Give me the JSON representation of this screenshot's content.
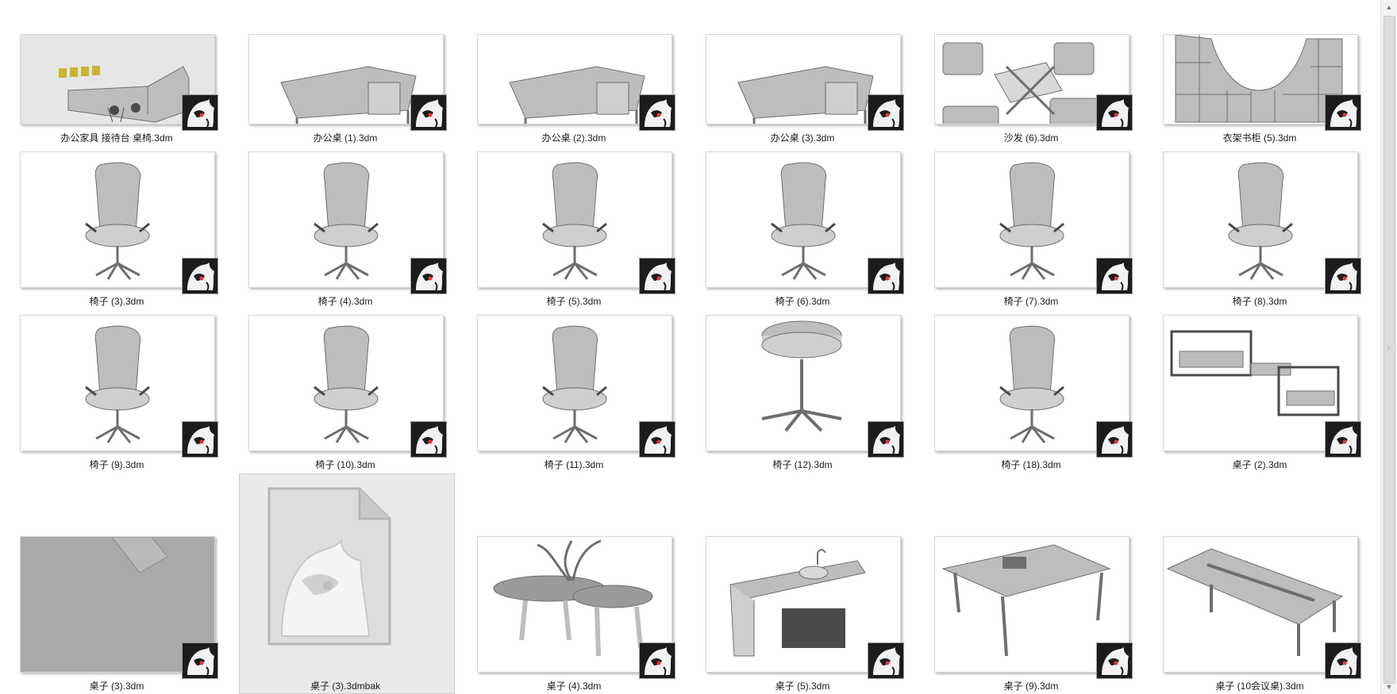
{
  "files": [
    {
      "name": "办公家具 接待台 桌椅.3dm",
      "icon": "reception-desk-thumbnail"
    },
    {
      "name": "办公桌 (1).3dm",
      "icon": "office-desk-thumbnail"
    },
    {
      "name": "办公桌 (2).3dm",
      "icon": "office-desk-thumbnail"
    },
    {
      "name": "办公桌 (3).3dm",
      "icon": "office-desk-thumbnail"
    },
    {
      "name": "沙发 (6).3dm",
      "icon": "sofa-set-thumbnail"
    },
    {
      "name": "衣架书柜 (5).3dm",
      "icon": "bookshelf-thumbnail"
    },
    {
      "name": "椅子 (3).3dm",
      "icon": "chair-thumbnail"
    },
    {
      "name": "椅子 (4).3dm",
      "icon": "chair-thumbnail"
    },
    {
      "name": "椅子 (5).3dm",
      "icon": "chair-thumbnail"
    },
    {
      "name": "椅子 (6).3dm",
      "icon": "chair-thumbnail"
    },
    {
      "name": "椅子 (7).3dm",
      "icon": "chair-thumbnail"
    },
    {
      "name": "椅子 (8).3dm",
      "icon": "chair-thumbnail"
    },
    {
      "name": "椅子 (9).3dm",
      "icon": "chair-thumbnail"
    },
    {
      "name": "椅子 (10).3dm",
      "icon": "chair-thumbnail"
    },
    {
      "name": "椅子 (11).3dm",
      "icon": "chair-thumbnail"
    },
    {
      "name": "椅子 (12).3dm",
      "icon": "stool-thumbnail"
    },
    {
      "name": "椅子 (18).3dm",
      "icon": "chair-thumbnail"
    },
    {
      "name": "桌子 (2).3dm",
      "icon": "sofa-table-set-thumbnail"
    },
    {
      "name": "桌子 (3).3dm",
      "icon": "table-top-thumbnail"
    },
    {
      "name": "桌子 (3).3dmbak",
      "icon": "rhino-backup-file-icon",
      "selected": true
    },
    {
      "name": "桌子 (4).3dm",
      "icon": "round-tables-plant-thumbnail"
    },
    {
      "name": "桌子 (5).3dm",
      "icon": "sink-counter-thumbnail"
    },
    {
      "name": "桌子 (9).3dm",
      "icon": "table-thumbnail"
    },
    {
      "name": "桌子 (10会议桌).3dm",
      "icon": "conference-table-thumbnail"
    }
  ],
  "badge_icon": "rhino-3dm-badge-icon",
  "colors": {
    "selection": "#eaeaea",
    "thumb_border": "#d6d6d6",
    "badge": "#1c1c1c",
    "label": "#1a1a1a"
  }
}
